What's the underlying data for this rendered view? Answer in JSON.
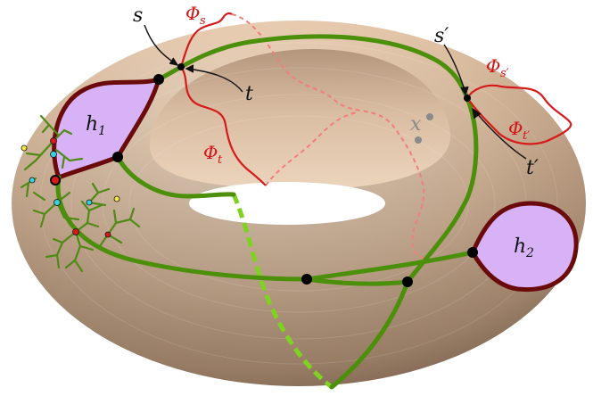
{
  "labels": {
    "s": "s",
    "t": "t",
    "phi_s": "Φ",
    "phi_s_sub": "s",
    "phi_t": "Φ",
    "phi_t_sub": "t",
    "s_prime": "s′",
    "t_prime": "t′",
    "phi_s_prime": "Φ",
    "phi_s_prime_sub": "s′",
    "phi_t_prime": "Φ",
    "phi_t_prime_sub": "t′",
    "x": "x",
    "h1": "h",
    "h1_sub": "1",
    "h2": "h",
    "h2_sub": "2"
  },
  "colors": {
    "torus_light": "#f1d9c2",
    "torus_mid": "#dcb898",
    "torus_dark": "#a88a72",
    "green_path": "#4c8f0a",
    "green_dashed": "#7ed321",
    "red_path": "#d61a1a",
    "red_dashed": "#f27d7d",
    "hole_fill": "#d8b2f7",
    "hole_border": "#6b0a0a",
    "tree": "#4f8a14",
    "node_black": "#000000",
    "node_red": "#d61a1a",
    "node_cyan": "#36d1e0",
    "node_yellow": "#f5ea3a"
  }
}
